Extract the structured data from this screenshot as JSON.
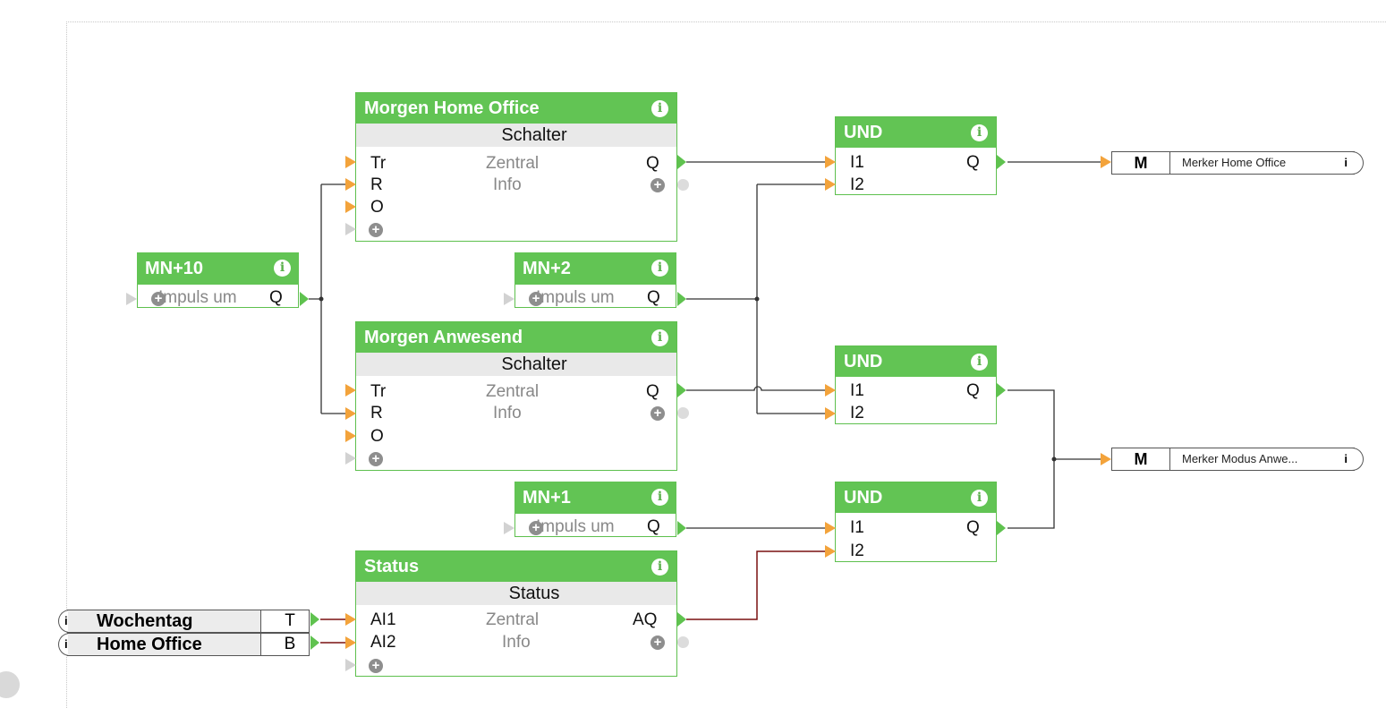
{
  "blocks": {
    "home_office": {
      "title": "Morgen Home Office",
      "subtitle": "Schalter",
      "in": [
        "Tr",
        "R",
        "O"
      ],
      "mid": [
        "Zentral",
        "Info"
      ],
      "out": "Q"
    },
    "anwesend": {
      "title": "Morgen Anwesend",
      "subtitle": "Schalter",
      "in": [
        "Tr",
        "R",
        "O"
      ],
      "mid": [
        "Zentral",
        "Info"
      ],
      "out": "Q"
    },
    "status": {
      "title": "Status",
      "subtitle": "Status",
      "in": [
        "AI1",
        "AI2"
      ],
      "mid": [
        "Zentral",
        "Info"
      ],
      "out": "AQ"
    }
  },
  "timers": [
    {
      "title": "MN+10",
      "label": "Impuls um",
      "out": "Q"
    },
    {
      "title": "MN+2",
      "label": "Impuls um",
      "out": "Q"
    },
    {
      "title": "MN+1",
      "label": "Impuls um",
      "out": "Q"
    }
  ],
  "und_blocks": [
    {
      "title": "UND",
      "in": [
        "I1",
        "I2"
      ],
      "out": "Q"
    },
    {
      "title": "UND",
      "in": [
        "I1",
        "I2"
      ],
      "out": "Q"
    },
    {
      "title": "UND",
      "in": [
        "I1",
        "I2"
      ],
      "out": "Q"
    }
  ],
  "merkers": [
    {
      "type": "M",
      "name": "Merker Home Office"
    },
    {
      "type": "M",
      "name": "Merker  Modus  Anwe..."
    }
  ],
  "inputs": [
    {
      "name": "Wochentag",
      "code": "T"
    },
    {
      "name": "Home Office",
      "code": "B"
    }
  ],
  "icons": {
    "info": "i",
    "add": "+"
  },
  "colors": {
    "block_header": "#62c454",
    "input_arrow": "#f3a33b",
    "wire": "#333333",
    "analog_wire": "#7a1010"
  }
}
